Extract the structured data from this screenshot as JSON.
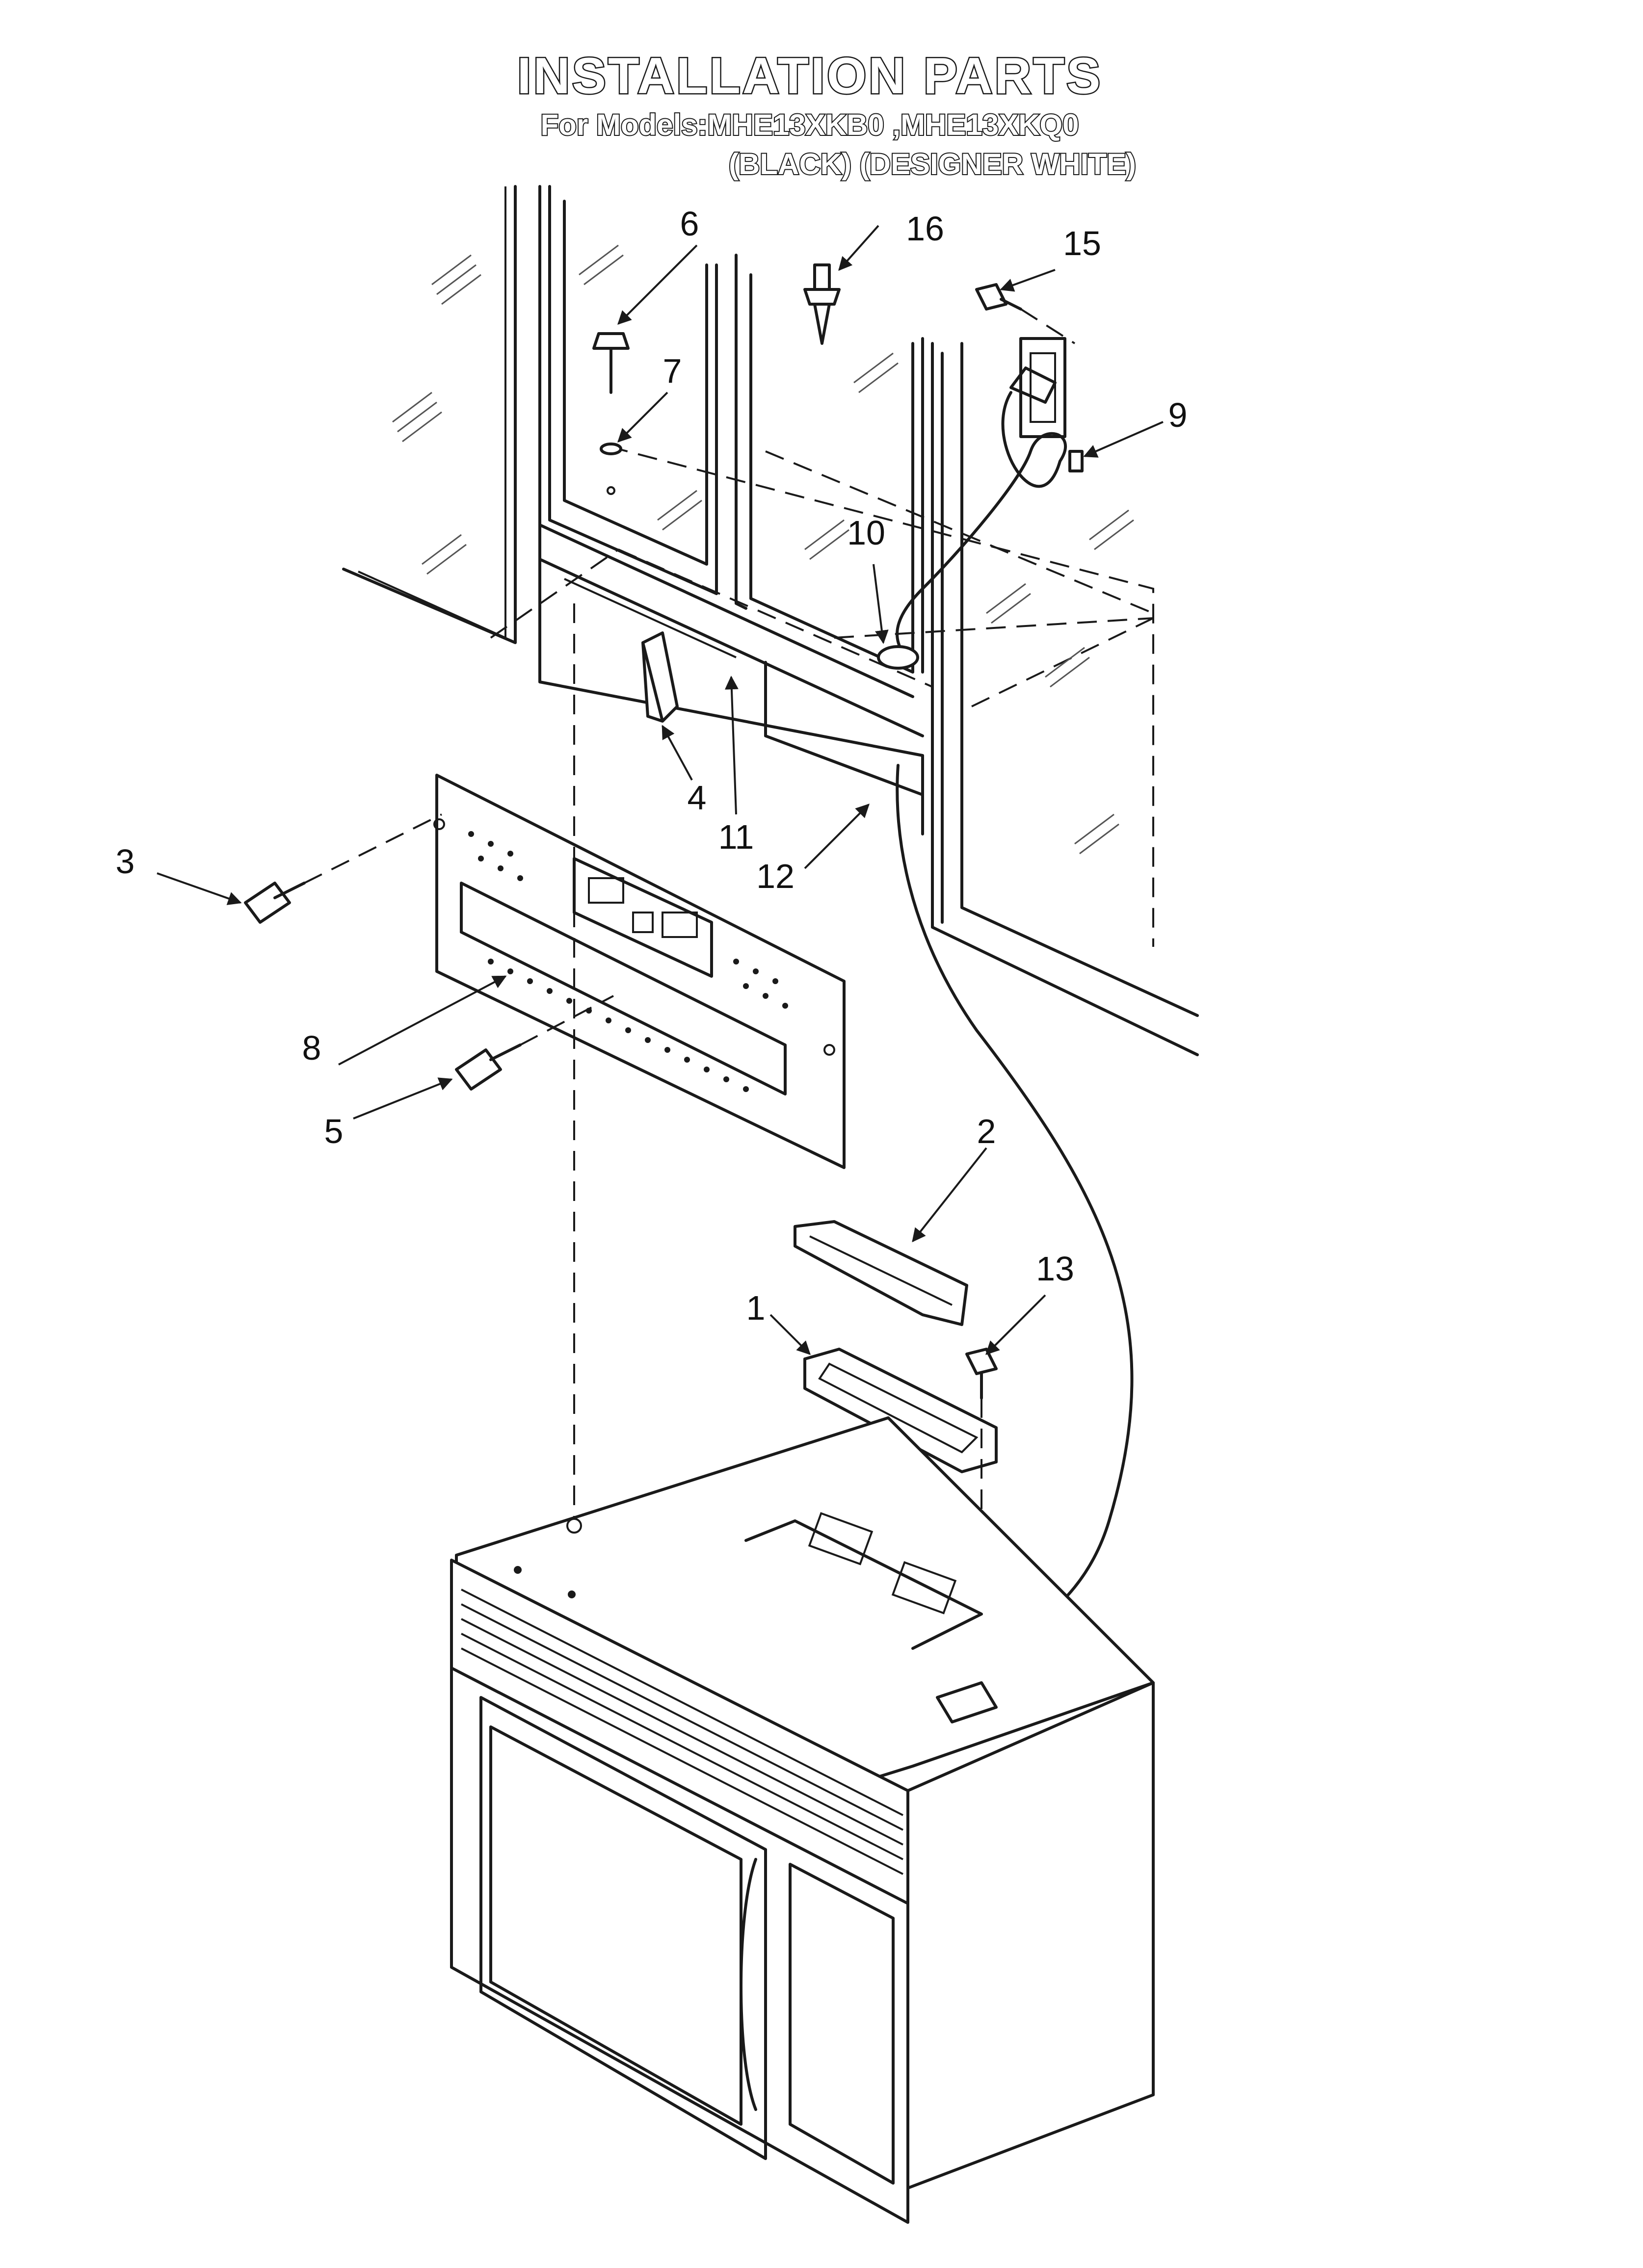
{
  "header": {
    "title": "INSTALLATION PARTS",
    "models_line": "For Models:MHE13XKB0 ,MHE13XKQ0",
    "colors_line": "(BLACK) (DESIGNER WHITE)"
  },
  "callouts": [
    {
      "id": "1",
      "label": "1"
    },
    {
      "id": "2",
      "label": "2"
    },
    {
      "id": "3",
      "label": "3"
    },
    {
      "id": "4",
      "label": "4"
    },
    {
      "id": "5",
      "label": "5"
    },
    {
      "id": "6",
      "label": "6"
    },
    {
      "id": "7",
      "label": "7"
    },
    {
      "id": "8",
      "label": "8"
    },
    {
      "id": "9",
      "label": "9"
    },
    {
      "id": "10",
      "label": "10"
    },
    {
      "id": "11",
      "label": "11"
    },
    {
      "id": "12",
      "label": "12"
    },
    {
      "id": "13",
      "label": "13"
    },
    {
      "id": "15",
      "label": "15"
    },
    {
      "id": "16",
      "label": "16"
    }
  ]
}
